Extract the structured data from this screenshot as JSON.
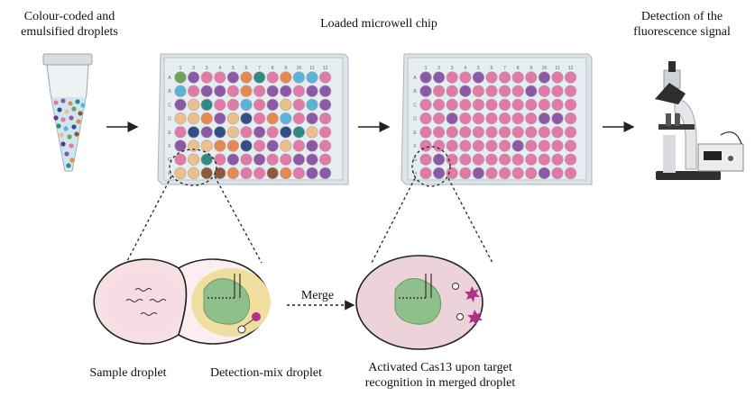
{
  "labels": {
    "emulsion": [
      "Colour-coded and",
      "emulsified droplets"
    ],
    "chip": "Loaded microwell chip",
    "detection": [
      "Detection of the",
      "fluorescence signal"
    ],
    "merge": "Merge",
    "sample": "Sample droplet",
    "mix": "Detection-mix droplet",
    "activated": [
      "Activated Cas13 upon target",
      "recognition in merged droplet"
    ]
  },
  "plate": {
    "columns": [
      "1",
      "2",
      "3",
      "4",
      "5",
      "6",
      "7",
      "8",
      "9",
      "10",
      "11",
      "12"
    ],
    "rows": [
      "A",
      "B",
      "C",
      "D",
      "E",
      "F",
      "G",
      "H"
    ]
  },
  "colors": {
    "pink": "#e07aa6",
    "purple": "#8a5aa6",
    "orange": "#e58a4f",
    "teal": "#2f8a86",
    "skyblue": "#5ab4d8",
    "navy": "#2f4f86",
    "peach": "#eac18a",
    "brown": "#8a5a3a",
    "green": "#6aa35a",
    "darkpurple": "#5a3a86",
    "sample_droplet": "#f6e0e4",
    "mix_droplet": "#f0dda0",
    "merged_droplet": "#e9c5cf",
    "cas13": "#8fbf8a",
    "signal": "#b0308a"
  }
}
